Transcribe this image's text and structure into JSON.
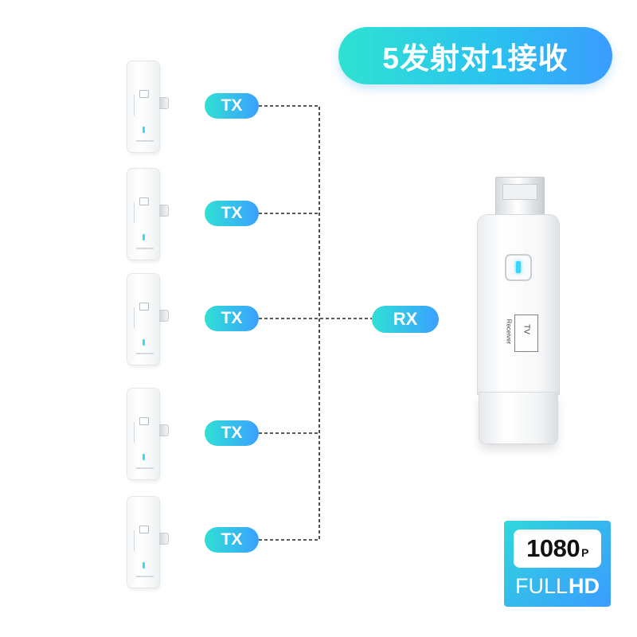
{
  "title": "5发射对1接收",
  "transmitters": [
    {
      "label": "TX"
    },
    {
      "label": "TX"
    },
    {
      "label": "TX"
    },
    {
      "label": "TX"
    },
    {
      "label": "TX"
    }
  ],
  "receiver": {
    "label": "RX",
    "device_text": "Receiver",
    "screen_text": "TV"
  },
  "badge": {
    "resolution": "1080",
    "resolution_suffix": "P",
    "full_text": "FULL",
    "hd_text": "HD"
  },
  "colors": {
    "accent_start": "#2fe2d2",
    "accent_end": "#3a9cff",
    "led": "#36d7ff",
    "connector_line": "#222222"
  }
}
